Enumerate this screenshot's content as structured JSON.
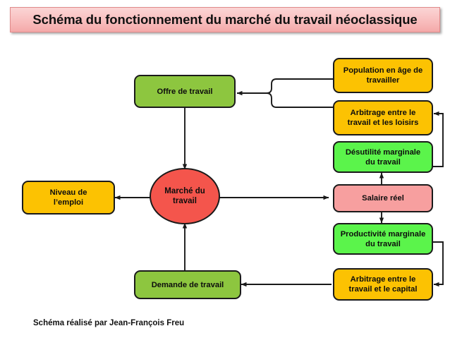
{
  "title": {
    "text": "Schéma du fonctionnement du marché du travail néoclassique"
  },
  "credit": {
    "text": "Schéma réalisé par Jean-François Freu"
  },
  "colors": {
    "title_fill": "#f9c2c2",
    "title_border": "#e08a8a",
    "olive_green": "#8dc63f",
    "gold": "#fcc202",
    "bright_green": "#5bf44b",
    "pink": "#f79f9f",
    "red": "#f4554c",
    "stroke": "#1a1a1a"
  },
  "diagram": {
    "type": "flowchart",
    "nodes": [
      {
        "id": "offre",
        "label_line1": "Offre de travail",
        "label_line2": "",
        "shape": "rounded-rect",
        "color": "olive_green"
      },
      {
        "id": "marche",
        "label_line1": "Marché du",
        "label_line2": "travail",
        "shape": "ellipse",
        "color": "red"
      },
      {
        "id": "demande",
        "label_line1": "Demande de travail",
        "label_line2": "",
        "shape": "rounded-rect",
        "color": "olive_green"
      },
      {
        "id": "emploi",
        "label_line1": "Niveau de",
        "label_line2": "l’emploi",
        "shape": "rounded-rect",
        "color": "gold"
      },
      {
        "id": "population",
        "label_line1": "Population en âge de",
        "label_line2": "travailler",
        "shape": "rounded-rect",
        "color": "gold"
      },
      {
        "id": "arb_loisirs",
        "label_line1": "Arbitrage entre le",
        "label_line2": "travail et les loisirs",
        "shape": "rounded-rect",
        "color": "gold"
      },
      {
        "id": "desutilite",
        "label_line1": "Désutilité marginale",
        "label_line2": "du travail",
        "shape": "rounded-rect",
        "color": "bright_green"
      },
      {
        "id": "salaire",
        "label_line1": "Salaire réel",
        "label_line2": "",
        "shape": "rounded-rect",
        "color": "pink"
      },
      {
        "id": "productivite",
        "label_line1": "Productivité marginale",
        "label_line2": "du travail",
        "shape": "rounded-rect",
        "color": "bright_green"
      },
      {
        "id": "arb_capital",
        "label_line1": "Arbitrage entre le",
        "label_line2": "travail et le capital",
        "shape": "rounded-rect",
        "color": "gold"
      }
    ],
    "edges": [
      {
        "from": "offre",
        "to": "marche",
        "style": "straight-down"
      },
      {
        "from": "demande",
        "to": "marche",
        "style": "straight-up"
      },
      {
        "from": "marche",
        "to": "emploi",
        "style": "straight-left"
      },
      {
        "from": "marche",
        "to": "salaire",
        "style": "straight-right"
      },
      {
        "from": "population",
        "to": "offre",
        "style": "brace-merge-left"
      },
      {
        "from": "arb_loisirs",
        "to": "offre",
        "style": "brace-merge-left"
      },
      {
        "from": "salaire",
        "to": "desutilite",
        "style": "straight-up"
      },
      {
        "from": "salaire",
        "to": "productivite",
        "style": "straight-down"
      },
      {
        "from": "desutilite",
        "to": "arb_loisirs",
        "style": "elbow-right-up"
      },
      {
        "from": "productivite",
        "to": "arb_capital",
        "style": "elbow-right-down"
      },
      {
        "from": "arb_capital",
        "to": "demande",
        "style": "straight-left"
      }
    ]
  }
}
